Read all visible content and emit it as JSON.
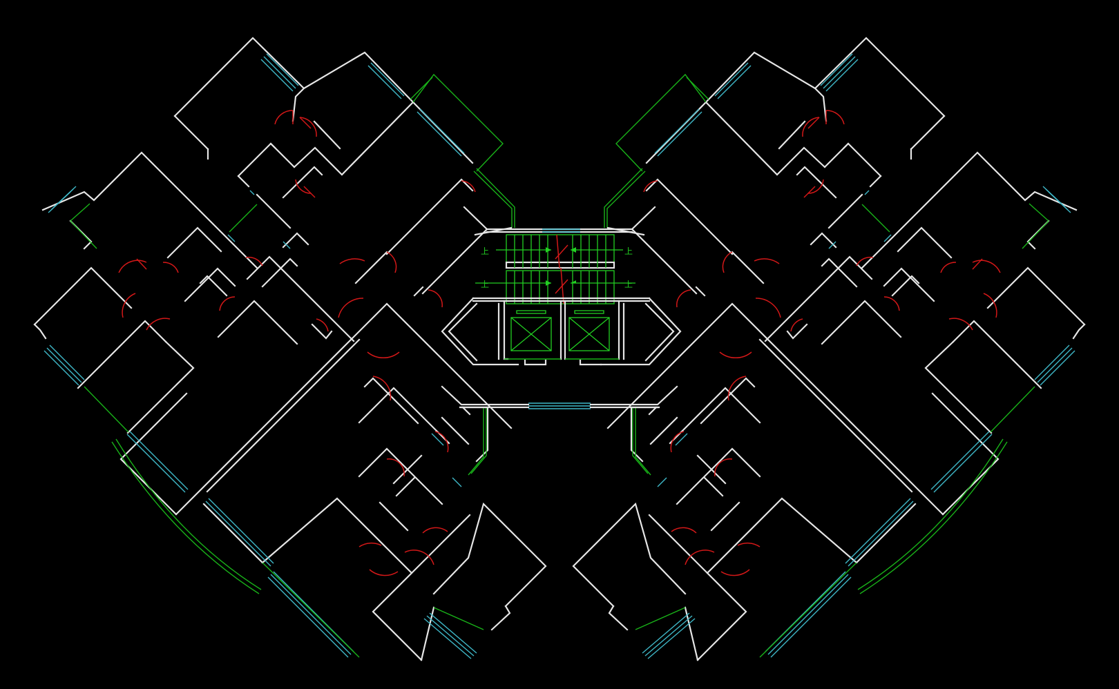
{
  "drawing": {
    "background_color": "#000000",
    "layer_colors": {
      "walls": "#e6e6e6",
      "windows": "#3fb8c8",
      "balcony_rails": "#19b319",
      "doors": "#d41818",
      "stairs_and_lift_symbols": "#22d022"
    },
    "stair_direction_marks": [
      "上",
      "上",
      "上",
      "上"
    ]
  }
}
